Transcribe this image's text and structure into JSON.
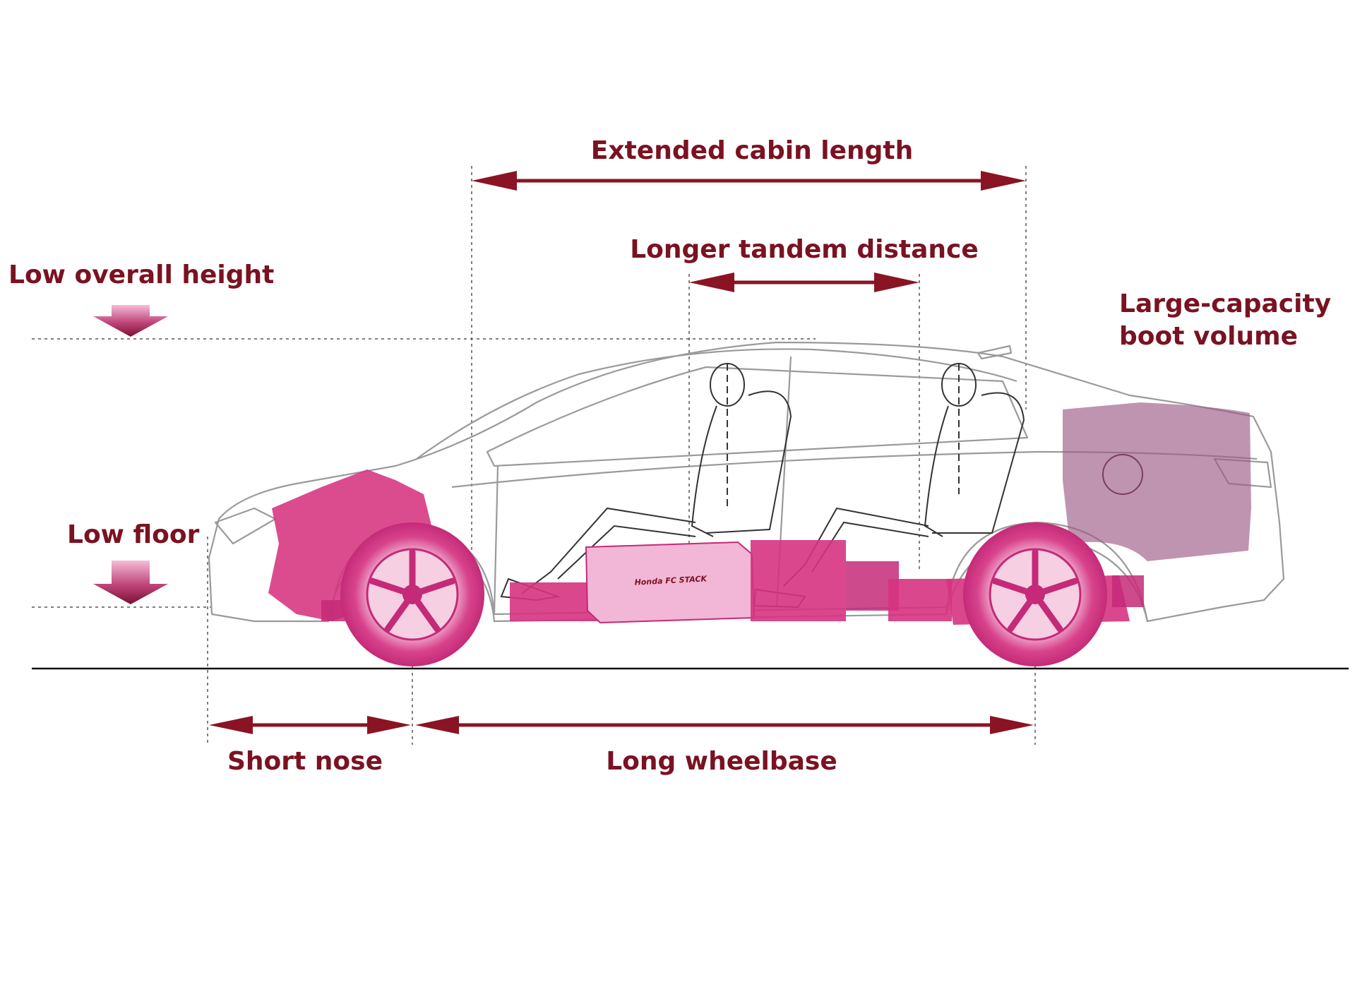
{
  "labels": {
    "extended_cabin_length": "Extended cabin length",
    "longer_tandem_distance": "Longer tandem distance",
    "low_overall_height": "Low overall height",
    "large_capacity_boot_line1": "Large-capacity",
    "large_capacity_boot_line2": "boot volume",
    "low_floor": "Low floor",
    "short_nose": "Short nose",
    "long_wheelbase": "Long wheelbase",
    "fc_stack_badge": "Honda FC STACK"
  },
  "colors": {
    "label_text": "#7a1222",
    "arrow": "#8a1424",
    "component_magenta": "#d6337f",
    "component_light": "#f2b6d6",
    "boot_volume": "#9c5a86",
    "car_outline": "#9a9a9a",
    "dotted_guide": "#555555",
    "ground_line": "#111111"
  }
}
